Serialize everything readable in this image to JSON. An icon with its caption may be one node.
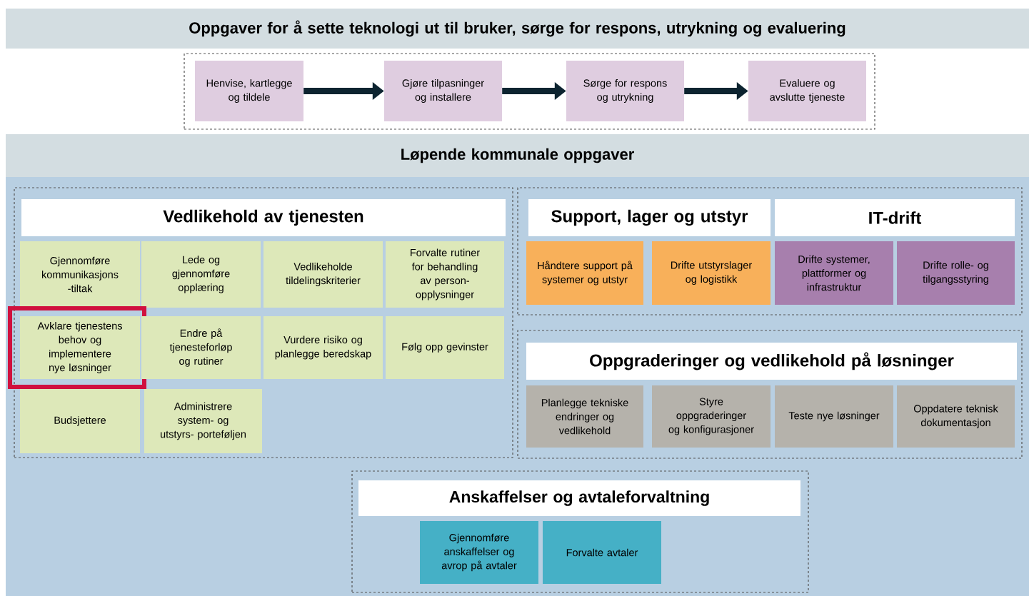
{
  "diagram": {
    "nodes": [
      {
        "text": [
          "Oppgaver for å sette teknologi ut til bruker, sørge for respons, utrykning og evaluering"
        ]
      },
      {
        "text": [],
        "shape": "box"
      },
      {
        "text": [
          "Henvise, kartlegge og tildele"
        ],
        "in": 1
      },
      {
        "text": [
          "Gjøre tilpasninger og installere"
        ],
        "in": 1
      },
      {
        "text": [
          "Sørge for respons og utrykning"
        ],
        "in": 1
      },
      {
        "text": [
          "Evaluere og avslutte tjeneste"
        ],
        "in": 1
      },
      {
        "text": [
          "Løpende kommunale oppgaver"
        ]
      },
      {
        "text": [
          "Vedlikehold av tjenesten"
        ]
      },
      {
        "text": [
          "Gjennomføre kommunikasjons -tiltak"
        ],
        "in": 7
      },
      {
        "text": [
          "Lede og gjennomføre opplæring"
        ],
        "in": 7
      },
      {
        "text": [
          "Vedlikeholde tildelingskriterier"
        ],
        "in": 7
      },
      {
        "text": [
          "Forvalte rutiner for behandling av person- opplysninger"
        ],
        "in": 7
      },
      {
        "text": [
          "Avklare tjenestens behov og implementere nye løsninger"
        ],
        "in": 7
      },
      {
        "text": [
          "Endre på tjenesteforløp og rutiner"
        ],
        "in": 7
      },
      {
        "text": [
          "Vurdere risiko og planlegge beredskap"
        ],
        "in": 7
      },
      {
        "text": [
          "Følg opp gevinster"
        ],
        "in": 7
      },
      {
        "text": [
          "Budsjettere"
        ],
        "in": 7
      },
      {
        "text": [
          "Administrere system- og utstyrs- porteføljen"
        ],
        "in": 7
      },
      {
        "text": [
          "Support, lager og utstyr",
          "IT-drift"
        ]
      },
      {
        "text": [
          "Håndtere support på systemer og utstyr"
        ],
        "in": 18
      },
      {
        "text": [
          "Drifte utstyrslager og logistikk"
        ],
        "in": 18
      },
      {
        "text": [
          "Drifte systemer, plattformer og infrastruktur"
        ],
        "in": 18
      },
      {
        "text": [
          "Drifte rolle- og tilgangsstyring"
        ],
        "in": 18
      },
      {
        "text": [
          "Oppgraderinger og vedlikehold på løsninger"
        ]
      },
      {
        "text": [
          "Planlegge tekniske endringer og vedlikehold"
        ],
        "in": 23
      },
      {
        "text": [
          "Styre oppgraderinger og konfigurasjoner"
        ],
        "in": 23
      },
      {
        "text": [
          "Teste nye løsninger"
        ],
        "in": 23
      },
      {
        "text": [
          "Oppdatere teknisk dokumentasjon"
        ],
        "in": 23
      },
      {
        "text": [
          "Anskaffelser og avtaleforvaltning"
        ]
      },
      {
        "text": [
          "Gjennomføre anskaffelser og avrop på avtaler"
        ],
        "in": 28
      },
      {
        "text": [
          "Forvalte avtaler"
        ],
        "in": 28
      }
    ],
    "edges": [
      {
        "from": 2,
        "to": 3,
        "arrow": "to"
      },
      {
        "from": 3,
        "to": 4,
        "arrow": "to"
      },
      {
        "from": 4,
        "to": 5,
        "arrow": "to"
      }
    ]
  }
}
